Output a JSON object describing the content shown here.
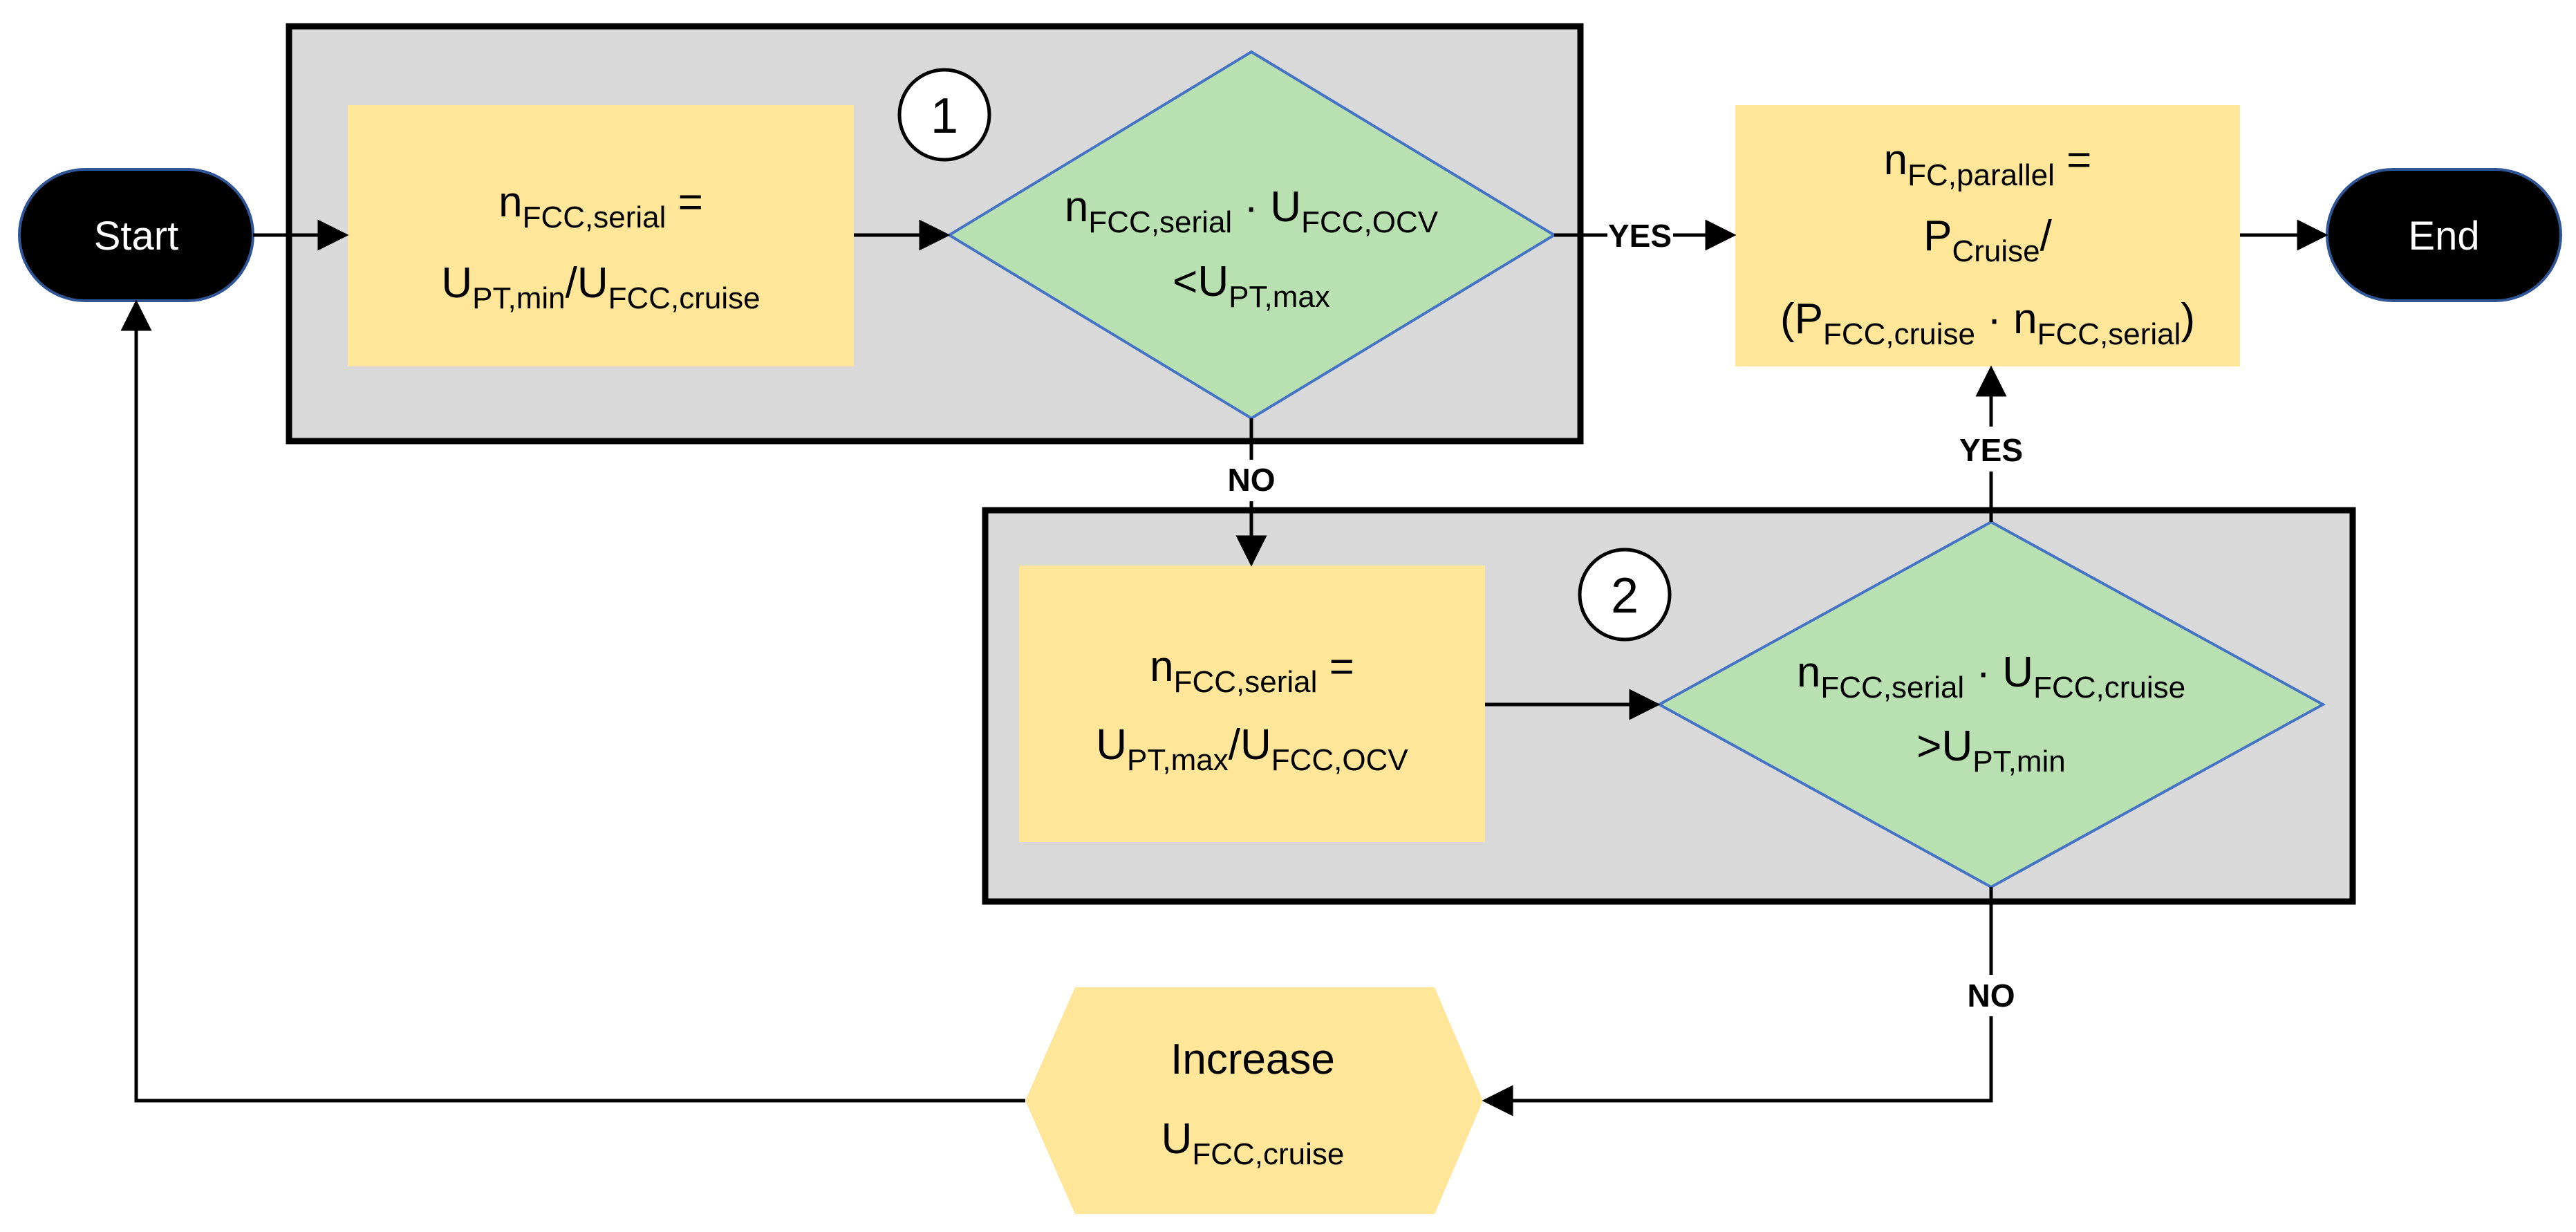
{
  "terminals": {
    "start": "Start",
    "end": "End"
  },
  "groups": {
    "group1_number": "1",
    "group2_number": "2"
  },
  "box_a": {
    "line1": {
      "base": "n",
      "sub": "FCC,serial",
      "tail": " ="
    },
    "line2": {
      "base1": "U",
      "sub1": "PT,min",
      "mid": "/U",
      "sub2": "FCC,cruise"
    }
  },
  "diamond_1": {
    "line1": {
      "base1": "n",
      "sub1": "FCC,serial",
      "mid": " ·  U",
      "sub2": "FCC,OCV"
    },
    "line2": {
      "base": "<U",
      "sub": "PT,max"
    }
  },
  "box_result": {
    "line1": {
      "base": "n",
      "sub": "FC,parallel",
      "tail": " ="
    },
    "line2": {
      "base": "P",
      "sub": "Cruise",
      "tail": "/"
    },
    "line3": {
      "open": "(P",
      "sub1": "FCC,cruise",
      "mid": " · n",
      "sub2": "FCC,serial",
      "close": ")"
    }
  },
  "box_b": {
    "line1": {
      "base": "n",
      "sub": "FCC,serial",
      "tail": " ="
    },
    "line2": {
      "base1": "U",
      "sub1": "PT,max",
      "mid": "/U",
      "sub2": "FCC,OCV"
    }
  },
  "diamond_2": {
    "line1": {
      "base1": "n",
      "sub1": "FCC,serial",
      "mid": " ·  U",
      "sub2": "FCC,cruise"
    },
    "line2": {
      "base": ">U",
      "sub": "PT,min"
    }
  },
  "increase": {
    "line1": "Increase",
    "line2": {
      "base": "U",
      "sub": "FCC,cruise"
    }
  },
  "edges": {
    "yes_1": "YES",
    "no_1": "NO",
    "yes_2": "YES",
    "no_2": "NO"
  },
  "colors": {
    "process_fill": "#FFE699",
    "decision_fill": "#B8E0B0",
    "decision_stroke": "#4472C4",
    "group_fill": "#D9D9D9",
    "terminal_fill": "#000000",
    "terminal_stroke": "#2F5597"
  }
}
